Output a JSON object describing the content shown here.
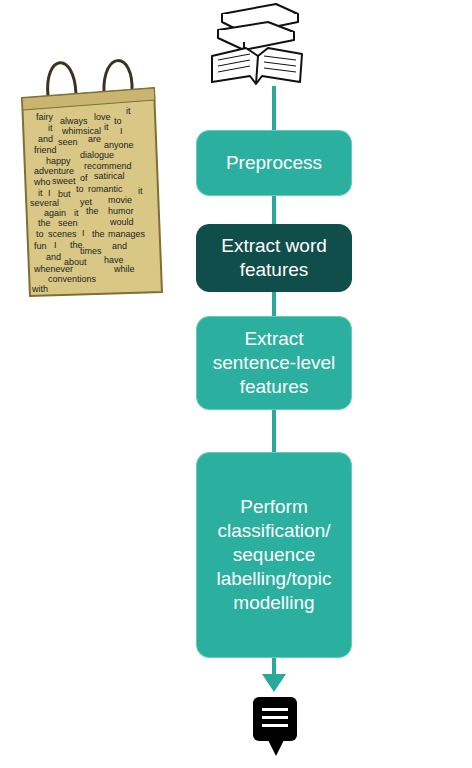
{
  "diagram": {
    "nodes": [
      {
        "text": [
          "Preprocess"
        ]
      },
      {
        "text": [
          "Extract word features"
        ]
      },
      {
        "text": [
          "Extract sentence-level features"
        ]
      },
      {
        "text": [
          "Perform classification/ sequence labelling/topic modelling"
        ]
      }
    ],
    "edges": [
      {
        "from": 0,
        "to": 1,
        "arrow": "none"
      },
      {
        "from": 1,
        "to": 2,
        "arrow": "none"
      },
      {
        "from": 2,
        "to": 3,
        "arrow": "none"
      }
    ],
    "labels": [
      "fairy",
      "always",
      "love",
      "to",
      "it",
      "it",
      "whimsical",
      "it",
      "I",
      "and",
      "seen",
      "are",
      "anyone",
      "friend",
      "happy",
      "dialogue",
      "adventure",
      "recommend",
      "who",
      "sweet",
      "of",
      "satirical",
      "it",
      "I",
      "but",
      "to",
      "romantic",
      "movie",
      "it",
      "several",
      "yet",
      "again",
      "it",
      "the",
      "humor",
      "the",
      "seen",
      "would",
      "to",
      "scenes",
      "I",
      "the",
      "manages",
      "fun",
      "I",
      "the",
      "times",
      "and",
      "and",
      "about",
      "have",
      "whenever",
      "while",
      "conventions",
      "with"
    ]
  }
}
